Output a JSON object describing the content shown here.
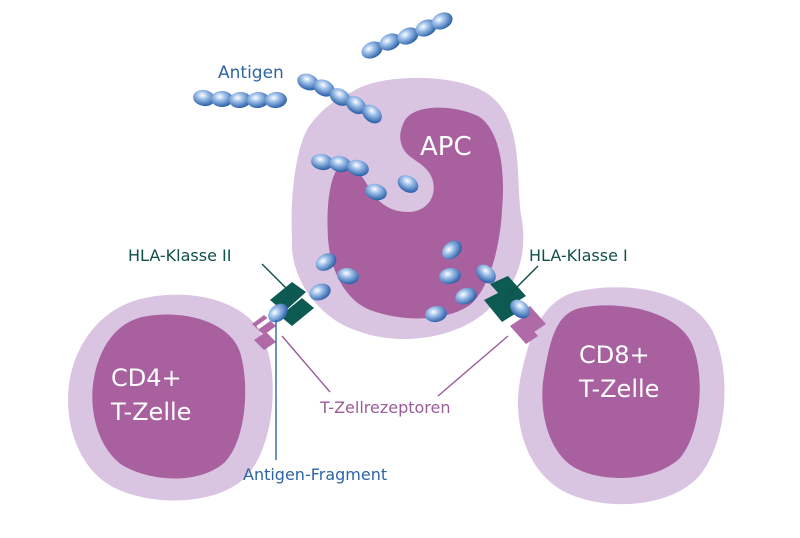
{
  "labels": {
    "antigen": "Antigen",
    "apc": "APC",
    "hla_class_ii": "HLA-Klasse II",
    "hla_class_i": "HLA-Klasse I",
    "cd4_line1": "CD4+",
    "cd4_line2": "T-Zelle",
    "cd8_line1": "CD8+",
    "cd8_line2": "T-Zelle",
    "t_cell_receptors": "T-Zellrezeptoren",
    "antigen_fragment": "Antigen-Fragment"
  },
  "colors": {
    "cell_outer": "#d9c4e1",
    "cell_inner": "#a8609f",
    "hla_dark": "#0c5a52",
    "receptor": "#b06aa8",
    "antigen_blue": "#2f64a8",
    "label_blue": "#2e64a6",
    "label_teal": "#12504a",
    "label_purple": "#9a5c98",
    "white_text": "#ffffff"
  }
}
